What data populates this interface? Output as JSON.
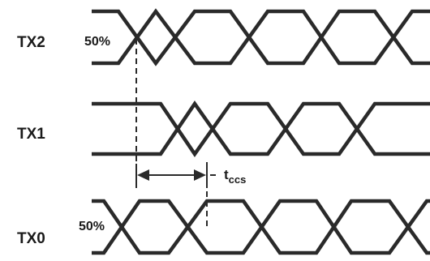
{
  "signals": [
    {
      "id": "tx2",
      "label": "TX2",
      "threshold": "50%"
    },
    {
      "id": "tx1",
      "label": "TX1"
    },
    {
      "id": "tx0",
      "label": "TX0",
      "threshold": "50%"
    }
  ],
  "timing": {
    "symbol": "t",
    "subscript": "ccs"
  }
}
